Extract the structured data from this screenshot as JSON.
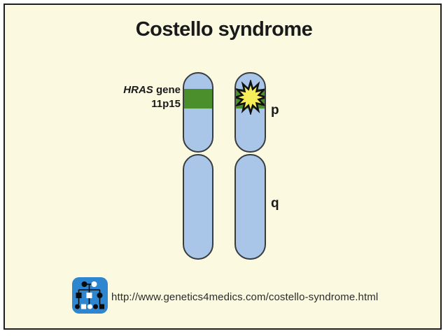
{
  "title": "Costello syndrome",
  "diagram": {
    "gene_italic": "HRAS",
    "gene_rest": " gene",
    "locus": "11p15",
    "p_arm_label": "p",
    "q_arm_label": "q"
  },
  "footer": {
    "url": "http://www.genetics4medics.com/costello-syndrome.html",
    "logo_icon": "pedigree-chart-icon"
  },
  "colors": {
    "canvas_bg": "#FFFFFF",
    "frame_bg": "#FBFAE1",
    "frame_border": "#1F1F1F",
    "chromosome_fill": "#A9C6E8",
    "chromosome_outline": "#383C40",
    "band_green": "#4A8F2B",
    "starburst_fill": "#F6EE58",
    "starburst_outline": "#111111",
    "logo_blue": "#2E86D0",
    "text_color": "#1A1A1A"
  }
}
